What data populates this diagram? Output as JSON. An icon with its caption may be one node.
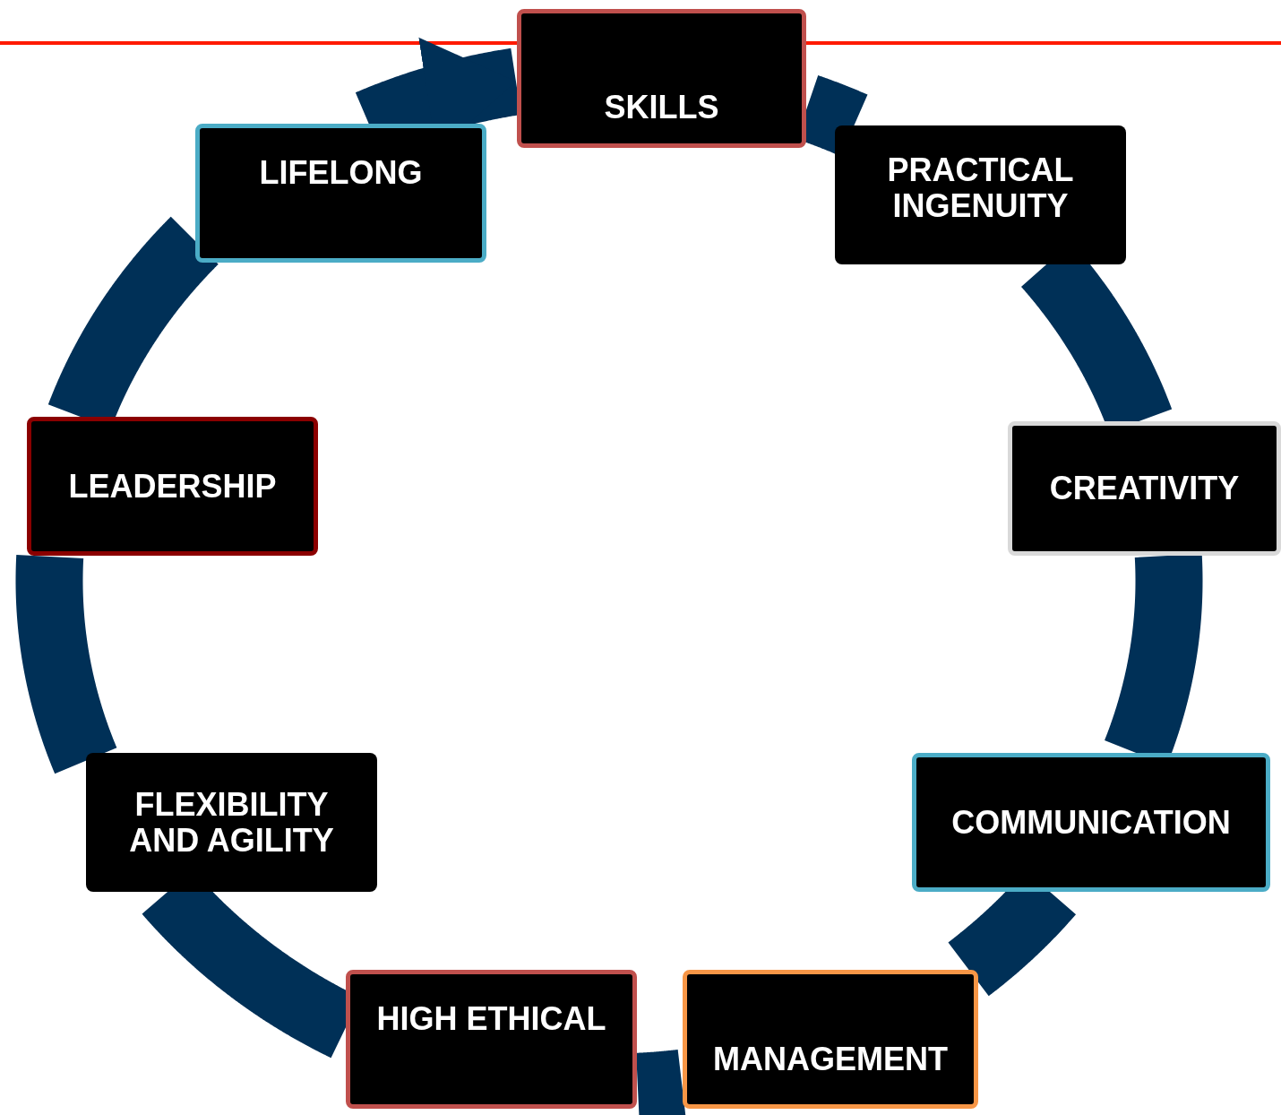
{
  "diagram": {
    "nodes": [
      {
        "text": [
          "SKILLS"
        ]
      },
      {
        "text": [
          "PRACTICAL INGENUITY"
        ]
      },
      {
        "text": [
          "CREATIVITY"
        ]
      },
      {
        "text": [
          "COMMUNICATION"
        ]
      },
      {
        "text": [
          "MANAGEMENT"
        ]
      },
      {
        "text": [
          "HIGH ETHICAL"
        ]
      },
      {
        "text": [
          "FLEXIBILITY AND AGILITY"
        ]
      },
      {
        "text": [
          "LEADERSHIP"
        ]
      },
      {
        "text": [
          "LIFELONG"
        ]
      }
    ],
    "edges": [
      {
        "from": 0,
        "to": 1,
        "arrow": "none"
      },
      {
        "from": 1,
        "to": 2,
        "arrow": "none"
      },
      {
        "from": 2,
        "to": 3,
        "arrow": "none"
      },
      {
        "from": 3,
        "to": 4,
        "arrow": "none"
      },
      {
        "from": 4,
        "to": 5,
        "arrow": "none"
      },
      {
        "from": 5,
        "to": 6,
        "arrow": "none"
      },
      {
        "from": 6,
        "to": 7,
        "arrow": "none"
      },
      {
        "from": 7,
        "to": 8,
        "arrow": "none"
      },
      {
        "from": 8,
        "to": 0,
        "arrow": "to"
      }
    ]
  }
}
